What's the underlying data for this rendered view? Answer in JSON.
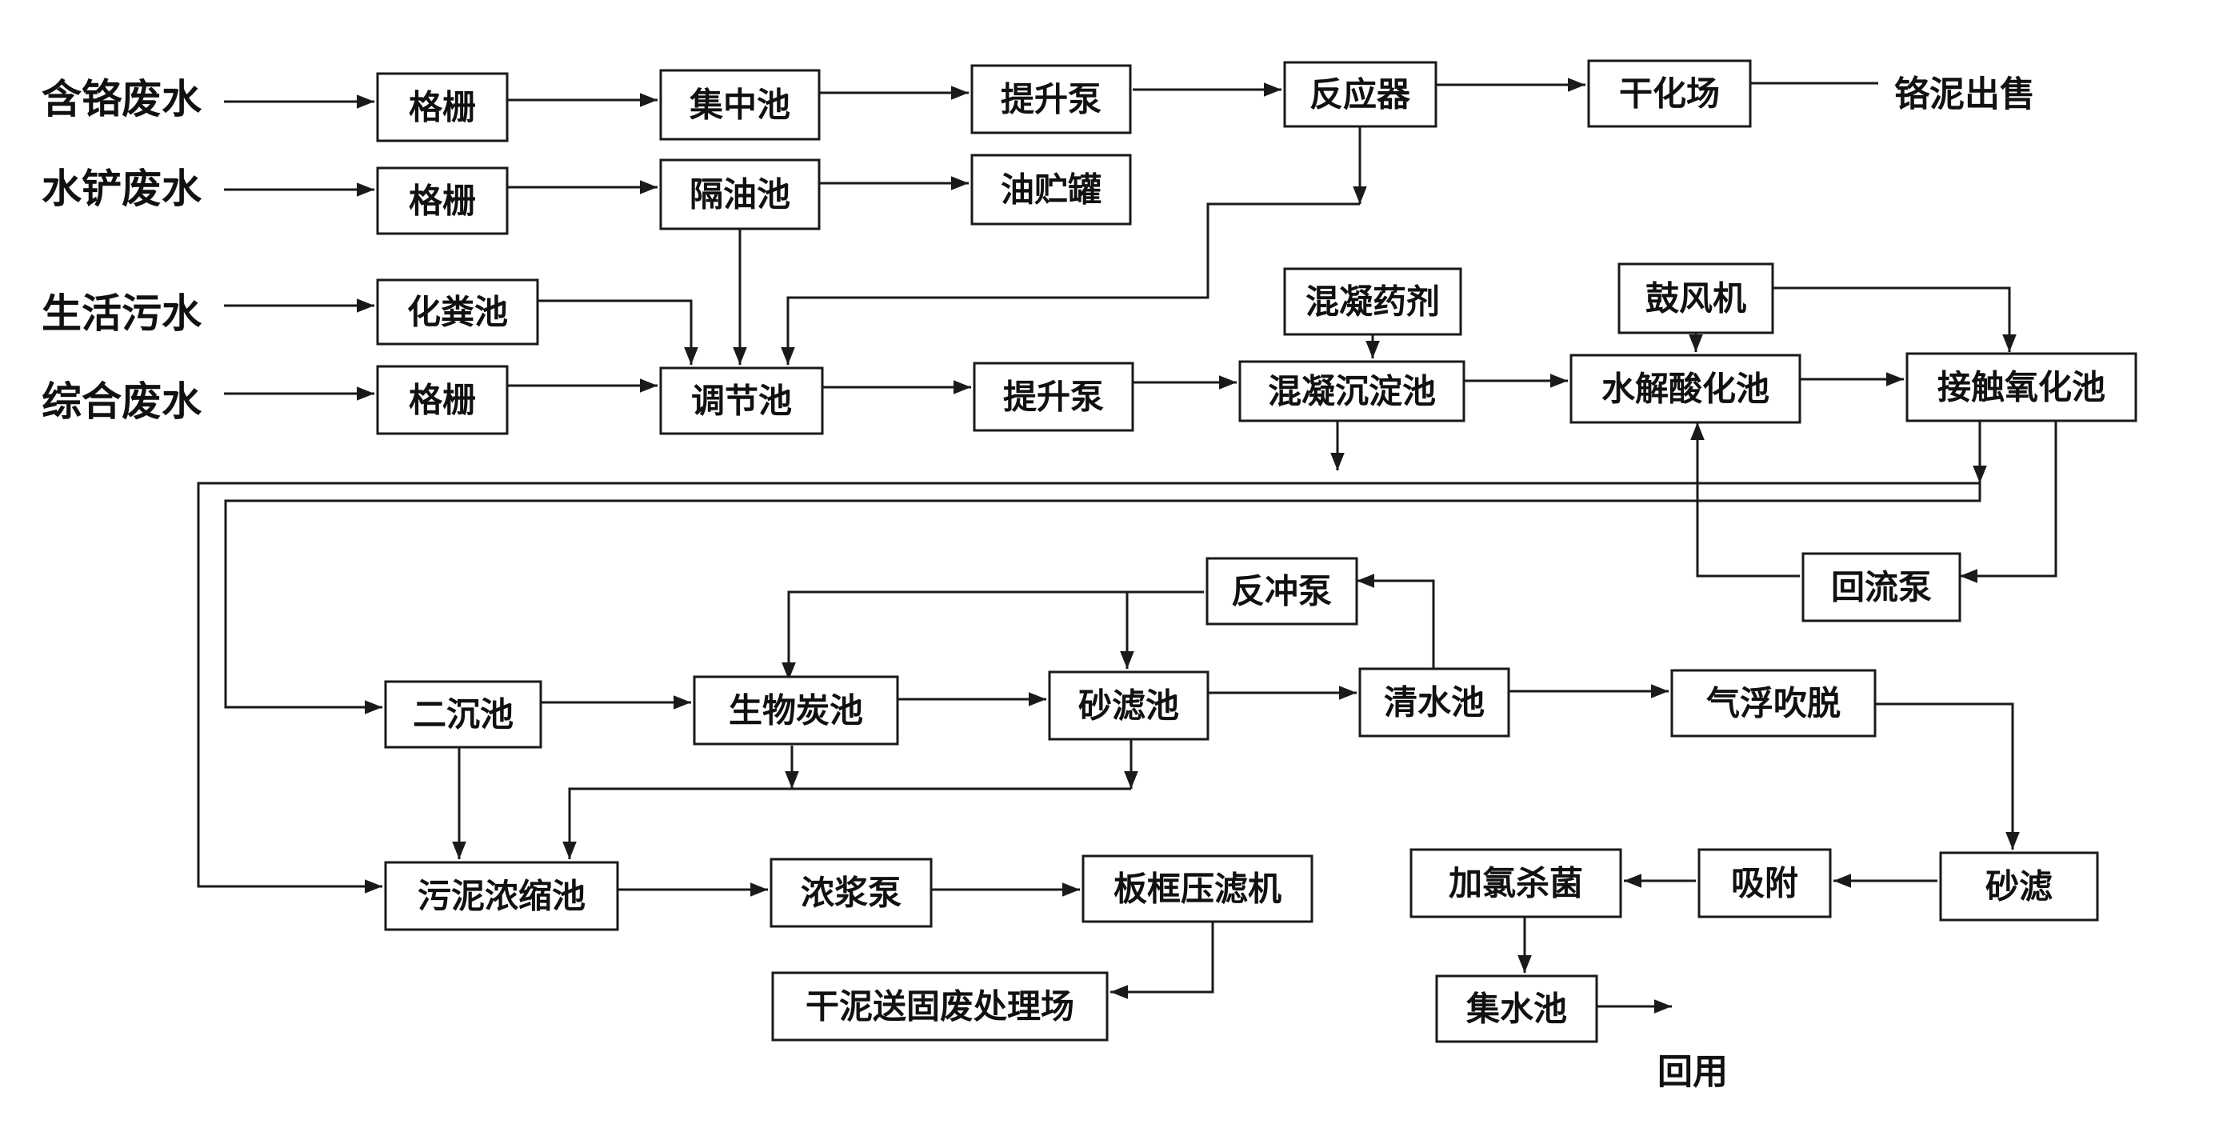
{
  "diagram": {
    "inputs": {
      "chromium": "含铬废水",
      "shovel": "水铲废水",
      "domestic": "生活污水",
      "general": "综合废水"
    },
    "nodes": {
      "grille1": "格栅",
      "collect": "集中池",
      "lift1": "提升泵",
      "reactor": "反应器",
      "dry_yard": "干化场",
      "grille2": "格栅",
      "oil_sep": "隔油池",
      "oil_tank": "油贮罐",
      "septic": "化粪池",
      "grille3": "格栅",
      "regulate": "调节池",
      "lift2": "提升泵",
      "coag_agent": "混凝药剂",
      "coag_sed": "混凝沉淀池",
      "blower": "鼓风机",
      "hydrolysis": "水解酸化池",
      "contact_ox": "接触氧化池",
      "reflux_pump": "回流泵",
      "backwash": "反冲泵",
      "sec_sed": "二沉池",
      "biochar": "生物炭池",
      "sand_tank": "砂滤池",
      "clear_water": "清水池",
      "air_strip": "气浮吹脱",
      "sand_filter": "砂滤",
      "adsorb": "吸附",
      "chlorine": "加氯杀菌",
      "collect_water": "集水池",
      "thickener": "污泥浓缩池",
      "slurry_pump": "浓浆泵",
      "filter_press": "板框压滤机",
      "dry_sludge": "干泥送固废处理场"
    },
    "outputs": {
      "chrome_sludge": "铬泥出售",
      "reuse": "回用"
    }
  }
}
